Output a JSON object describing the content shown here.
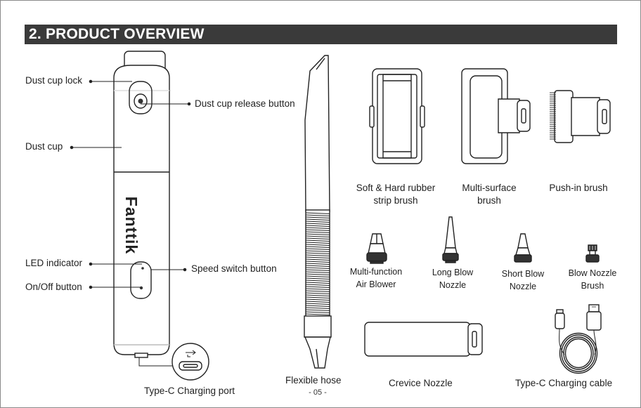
{
  "header": {
    "title": "2. PRODUCT OVERVIEW"
  },
  "brand": "Fanttik",
  "vacuum_labels": {
    "dust_cup_lock": "Dust cup lock",
    "dust_cup_release_button": "Dust cup release button",
    "dust_cup": "Dust cup",
    "led_indicator": "LED indicator",
    "speed_switch_button": "Speed switch button",
    "on_off_button": "On/Off button",
    "type_c_charging_port": "Type-C Charging port"
  },
  "accessories": {
    "soft_hard_brush": [
      "Soft & Hard rubber",
      "strip brush"
    ],
    "multi_surface_brush": [
      "Multi-surface",
      "brush"
    ],
    "push_in_brush": "Push-in brush",
    "multi_function_air_blower": [
      "Multi-function",
      "Air Blower"
    ],
    "long_blow_nozzle": [
      "Long Blow",
      "Nozzle"
    ],
    "short_blow_nozzle": [
      "Short Blow",
      "Nozzle"
    ],
    "blow_nozzle_brush": [
      "Blow Nozzle",
      "Brush"
    ],
    "flexible_hose": "Flexible hose",
    "crevice_nozzle": "Crevice Nozzle",
    "type_c_charging_cable": "Type-C Charging cable"
  },
  "page_number": "- 05 -"
}
